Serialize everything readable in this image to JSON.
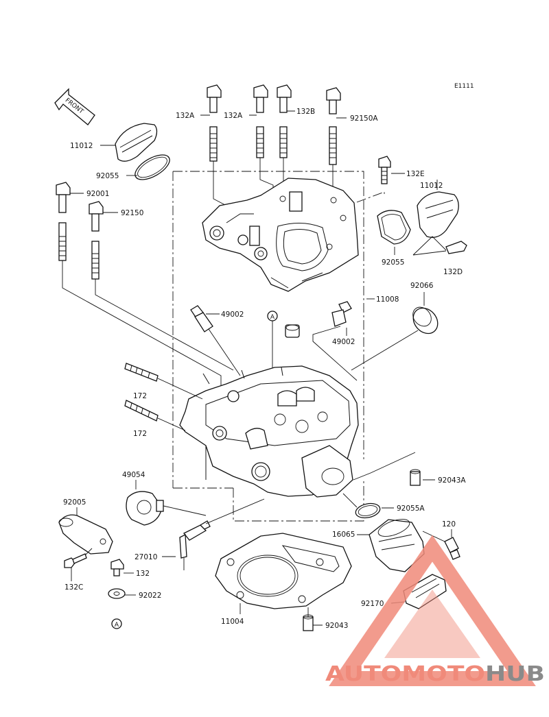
{
  "diagram": {
    "ref_code": "E1111",
    "front_label": "FRONT",
    "circle_ref": "A",
    "labels": {
      "p132a_l": "132A",
      "p132a_r": "132A",
      "p132b": "132B",
      "p92150a": "92150A",
      "p11012_top": "11012",
      "p92055_top": "92055",
      "p132e": "132E",
      "p11012_r": "11012",
      "p92001": "92001",
      "p92150": "92150",
      "p92055_r": "92055",
      "p132d": "132D",
      "p92066": "92066",
      "p11008": "11008",
      "p49002_l": "49002",
      "p49002_r": "49002",
      "p172_a": "172",
      "p172_b": "172",
      "p49054": "49054",
      "p92043a": "92043A",
      "p92005": "92005",
      "p92055a": "92055A",
      "p16065": "16065",
      "p120": "120",
      "p27010": "27010",
      "p132": "132",
      "p132c": "132C",
      "p92022": "92022",
      "p92170": "92170",
      "p11004": "11004",
      "p92043": "92043"
    }
  },
  "watermark": {
    "brand_part1": "AUTOMOTO",
    "brand_part2": "HUB",
    "color_accent": "#f08a7a",
    "color_dark": "#8a8a8a"
  }
}
